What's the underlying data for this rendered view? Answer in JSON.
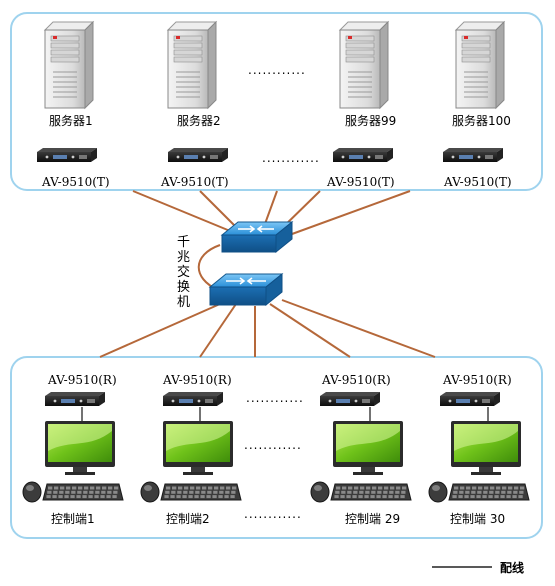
{
  "servers": [
    {
      "label": "服务器1",
      "model": "AV-9510(T)"
    },
    {
      "label": "服务器2",
      "model": "AV-9510(T)"
    },
    {
      "label": "服务器99",
      "model": "AV-9510(T)"
    },
    {
      "label": "服务器100",
      "model": "AV-9510(T)"
    }
  ],
  "switch_label": "千兆交换机",
  "clients": [
    {
      "model": "AV-9510(R)",
      "label": "控制端1"
    },
    {
      "model": "AV-9510(R)",
      "label": "控制端2"
    },
    {
      "model": "AV-9510(R)",
      "label": "控制端 29"
    },
    {
      "model": "AV-9510(R)",
      "label": "控制端 30"
    }
  ],
  "legend": {
    "label": "配线"
  },
  "colors": {
    "cable": "#b5683a",
    "panel_border": "#9fd3ee",
    "switch_blue": "#2a8fd8",
    "screen_green": "#6fc21a"
  }
}
